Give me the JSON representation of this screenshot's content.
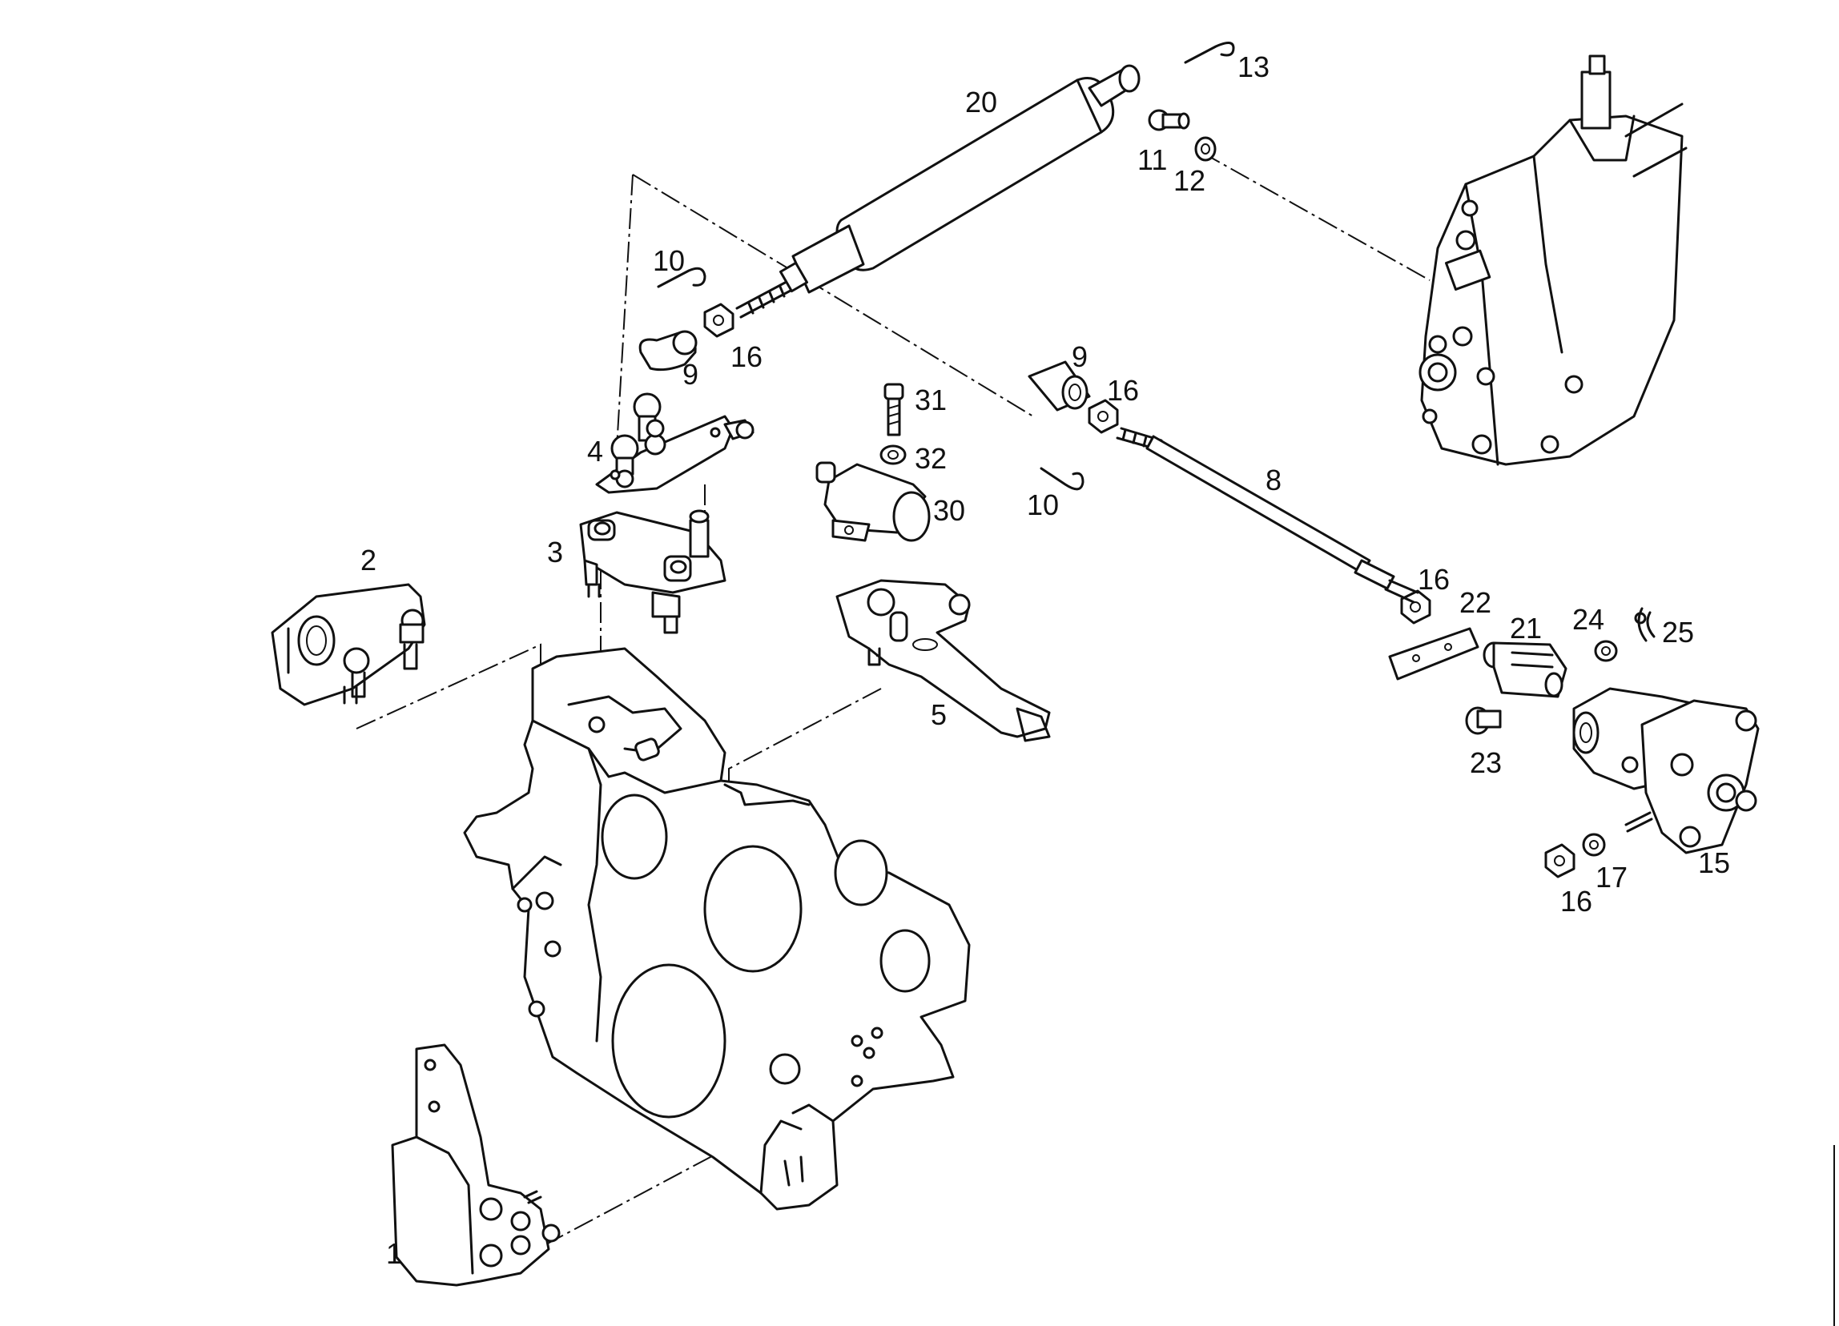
{
  "callouts": [
    {
      "id": "13",
      "text": "13"
    },
    {
      "id": "20",
      "text": "20"
    },
    {
      "id": "11",
      "text": "11"
    },
    {
      "id": "12",
      "text": "12"
    },
    {
      "id": "10a",
      "text": "10"
    },
    {
      "id": "16a",
      "text": "16"
    },
    {
      "id": "9a",
      "text": "9"
    },
    {
      "id": "9b",
      "text": "9"
    },
    {
      "id": "16b",
      "text": "16"
    },
    {
      "id": "31",
      "text": "31"
    },
    {
      "id": "32",
      "text": "32"
    },
    {
      "id": "4",
      "text": "4"
    },
    {
      "id": "30",
      "text": "30"
    },
    {
      "id": "10b",
      "text": "10"
    },
    {
      "id": "8",
      "text": "8"
    },
    {
      "id": "3",
      "text": "3"
    },
    {
      "id": "2",
      "text": "2"
    },
    {
      "id": "16c",
      "text": "16"
    },
    {
      "id": "22",
      "text": "22"
    },
    {
      "id": "21",
      "text": "21"
    },
    {
      "id": "24",
      "text": "24"
    },
    {
      "id": "25",
      "text": "25"
    },
    {
      "id": "5",
      "text": "5"
    },
    {
      "id": "23",
      "text": "23"
    },
    {
      "id": "15",
      "text": "15"
    },
    {
      "id": "17",
      "text": "17"
    },
    {
      "id": "16d",
      "text": "16"
    },
    {
      "id": "1",
      "text": "1"
    }
  ]
}
